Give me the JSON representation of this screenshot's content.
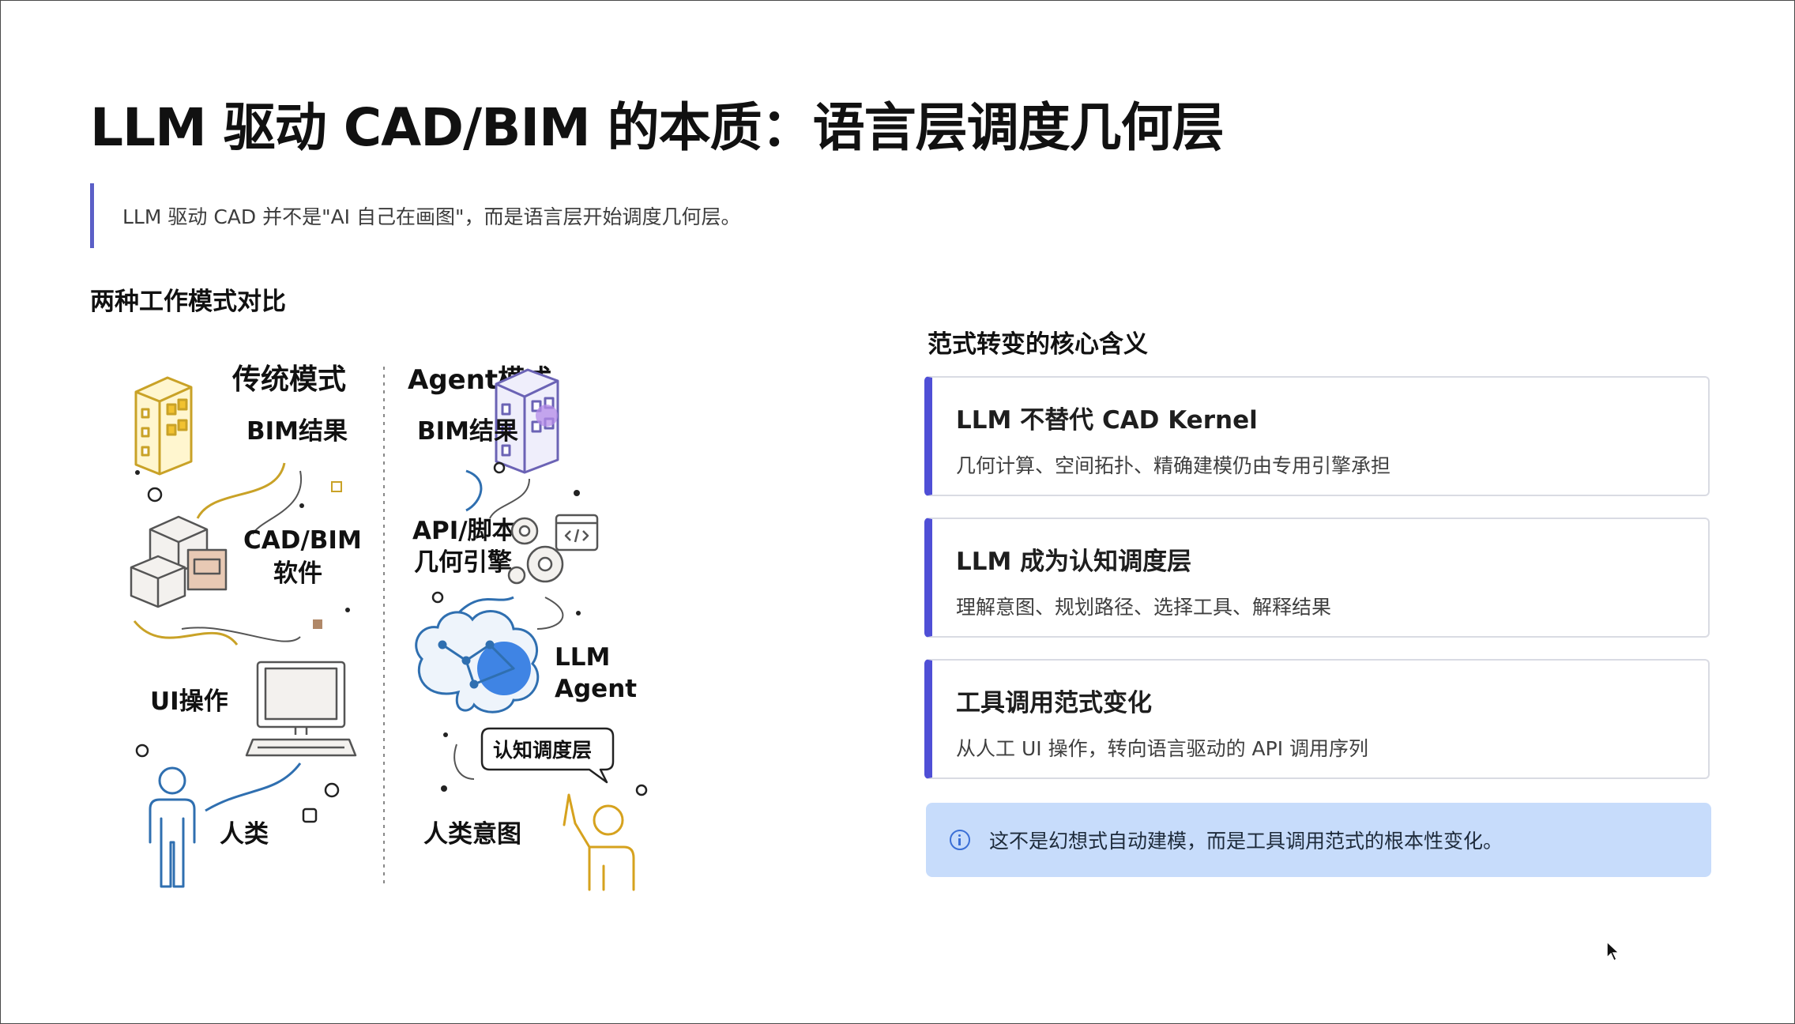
{
  "title": "LLM 驱动 CAD/BIM 的本质：语言层调度几何层",
  "quote": "LLM 驱动 CAD 并不是\"AI 自己在画图\"，而是语言层开始调度几何层。",
  "left_section_title": "两种工作模式对比",
  "right_section_title": "范式转变的核心含义",
  "illustration": {
    "traditional": {
      "heading": "传统模式",
      "bim_result": "BIM结果",
      "software_line1": "CAD/BIM",
      "software_line2": "软件",
      "ui_op": "UI操作",
      "human": "人类"
    },
    "agent": {
      "heading": "Agent模式",
      "bim_result": "BIM结果",
      "api_line1": "API/脚本/",
      "api_line2": "几何引擎",
      "llm_line1": "LLM",
      "llm_line2": "Agent",
      "cognitive": "认知调度层",
      "intent": "人类意图"
    }
  },
  "cards": [
    {
      "title": "LLM 不替代 CAD Kernel",
      "desc": "几何计算、空间拓扑、精确建模仍由专用引擎承担"
    },
    {
      "title": "LLM 成为认知调度层",
      "desc": "理解意图、规划路径、选择工具、解释结果"
    },
    {
      "title": "工具调用范式变化",
      "desc": "从人工 UI 操作，转向语言驱动的 API 调用序列"
    }
  ],
  "note": "这不是幻想式自动建模，而是工具调用范式的根本性变化。",
  "colors": {
    "accent": "#4f4fd6",
    "quote_bar": "#5b5fc7",
    "note_bg": "#c7dcfb",
    "info_icon": "#3b6fd6"
  }
}
